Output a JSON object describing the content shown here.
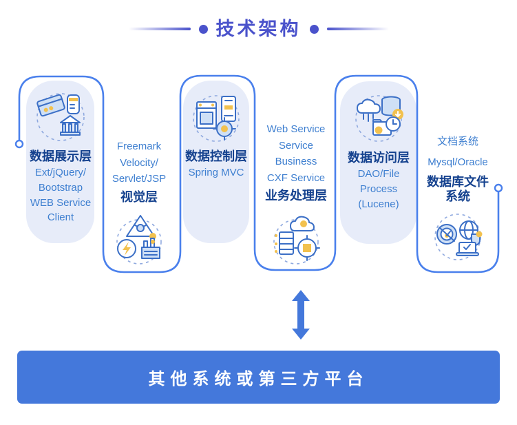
{
  "title": {
    "text": "技术架构"
  },
  "columns": [
    {
      "name": "data-presentation-layer",
      "style": "card",
      "heading": "数据展示层",
      "lines": [
        "Ext/jQuery/",
        "Bootstrap",
        "WEB Service",
        "Client"
      ],
      "icon": "bank-cards-binary-icon"
    },
    {
      "name": "visual-layer",
      "style": "outline",
      "heading": "视觉层",
      "lines": [
        "Freemark",
        "Velocity/",
        "Servlet/JSP"
      ],
      "icon": "warning-lightning-factory-icon"
    },
    {
      "name": "data-control-layer",
      "style": "card",
      "heading": "数据控制层",
      "lines": [
        "Spring MVC"
      ],
      "icon": "appliance-phone-gear-icon"
    },
    {
      "name": "business-process-layer",
      "style": "outline",
      "heading": "业务处理层",
      "lines": [
        "Web Service",
        "Service",
        "Business",
        "CXF Service"
      ],
      "icon": "cloud-server-circuit-icon"
    },
    {
      "name": "data-access-layer",
      "style": "card",
      "heading": "数据访问层",
      "lines": [
        "DAO/File",
        "Process",
        "(Lucene)"
      ],
      "icon": "cloud-database-folder-clock-icon"
    },
    {
      "name": "database-file-system",
      "style": "outline",
      "heading": "数据库文件系统",
      "lines": [
        "文档系统",
        "Mysql/Oracle"
      ],
      "icon": "gauge-globe-laptop-icon"
    }
  ],
  "connector": {
    "type": "double-vertical-arrow"
  },
  "bottom_bar": {
    "label": "其他系统或第三方平台"
  },
  "colors": {
    "title-indigo": "#4A52CB",
    "line-blue": "#4A80EC",
    "card-fill": "#E7ECF9",
    "heading-navy": "#14418E",
    "text-blue": "#3E7FD0",
    "bar-blue": "#4478DB",
    "icon-stroke": "#3B6FC6",
    "icon-fill": "#CFE0F6",
    "icon-accent": "#F2C14E",
    "dash-circle": "#8FA9DF"
  }
}
